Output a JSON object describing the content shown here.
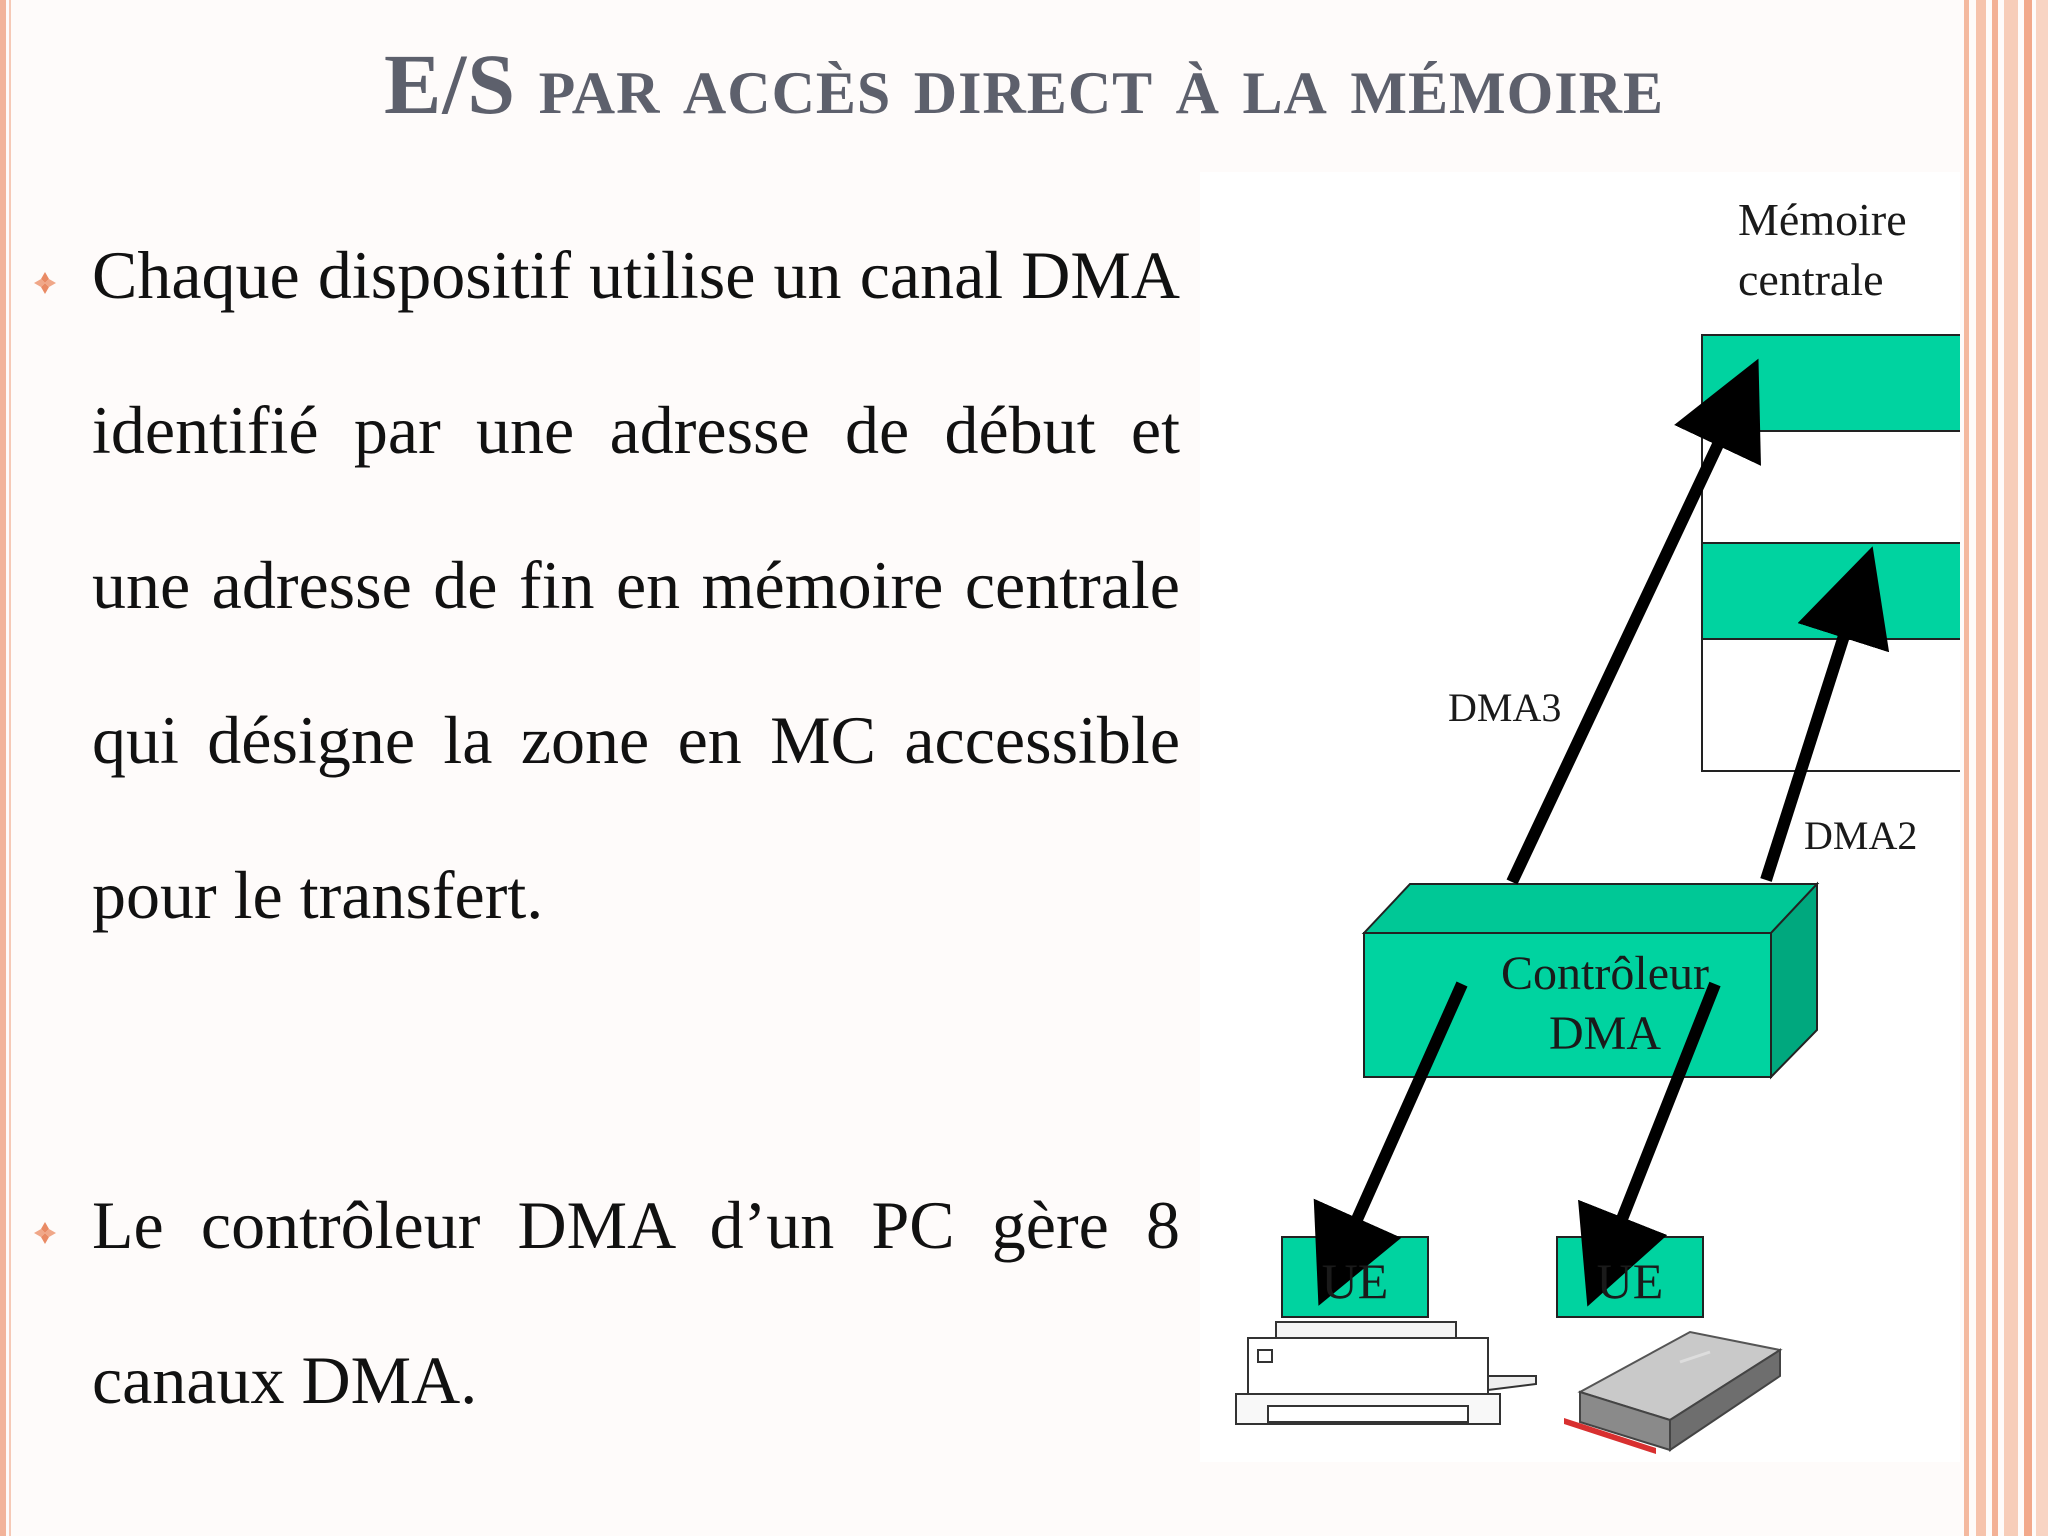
{
  "slide": {
    "title_prefix": "E/S",
    "title_rest": "par accès direct à la mémoire"
  },
  "bullets": [
    {
      "icon": "diamond-bullet-icon",
      "text": "Chaque dispositif utilise un canal DMA identifié par  une adresse de début et une adresse de fin en mémoire centrale qui désigne la zone en MC accessible pour le transfert."
    },
    {
      "icon": "diamond-bullet-icon",
      "text": "Le contrôleur DMA d’un PC gère 8 canaux DMA."
    }
  ],
  "diagram": {
    "memory_label_line1": "Mémoire",
    "memory_label_line2": "centrale",
    "dma3_label": "DMA3",
    "dma2_label": "DMA2",
    "controller_line1": "Contrôleur",
    "controller_line2": "DMA",
    "ue1_label": "UE",
    "ue2_label": "UE",
    "devices": [
      "printer-icon",
      "disk-drive-icon"
    ]
  },
  "colors": {
    "title": "#5d606c",
    "accent_green": "#00d3a0",
    "bullet": "#e98a64",
    "edge": "#f2b39a"
  }
}
